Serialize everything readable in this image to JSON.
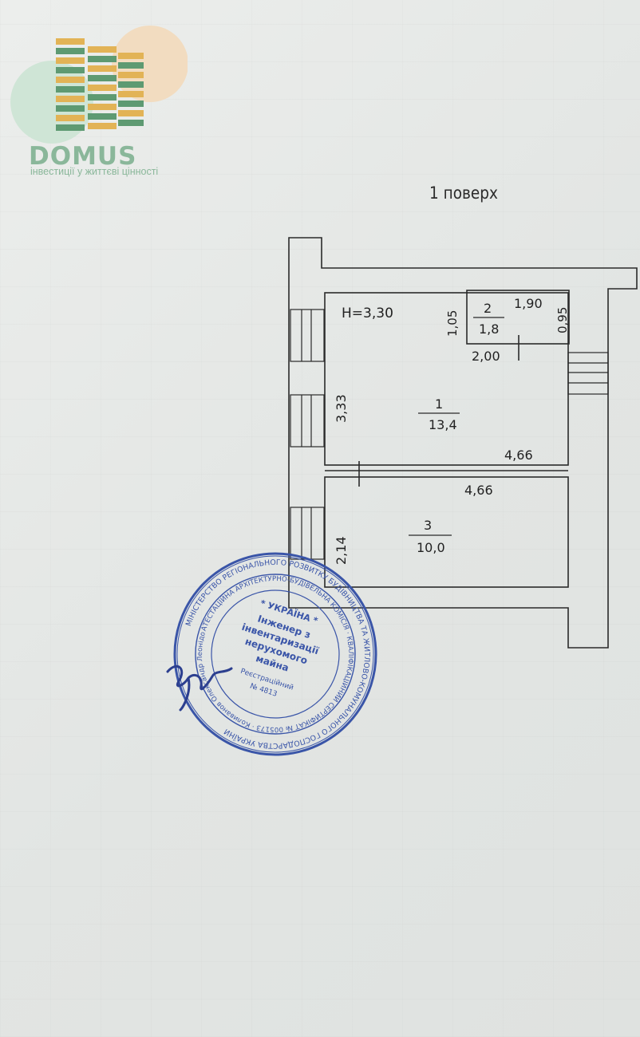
{
  "brand": {
    "name": "DOMUS",
    "tagline": "інвестиції у життєві цінності",
    "colors": {
      "green": "#8ab79a",
      "gold": "#e2b356",
      "dark_green": "#5e9a72"
    }
  },
  "title": "1 поверх",
  "ceiling_height": "Н=3,30",
  "rooms": [
    {
      "number": "1",
      "area": "13,4"
    },
    {
      "number": "2",
      "area": "1,8"
    },
    {
      "number": "3",
      "area": "10,0"
    }
  ],
  "dimensions": {
    "room1_height": "3,33",
    "room1_width": "4,66",
    "room2_width": "1,90",
    "room2_depth": "0,95",
    "room2_left": "1,05",
    "room2_bottom": "2,00",
    "room3_width": "4,66",
    "room3_height": "2,14"
  },
  "stamp": {
    "outer_ring": "МІНІСТЕРСТВО РЕГІОНАЛЬНОГО РОЗВИТКУ БУДІВНИЦТВА ТА ЖИТЛОВО-КОМУНАЛЬНОГО ГОСПОДАРСТВА УКРАЇНИ",
    "inner_ring": "АТЕСТАЦІЙНА АРХІТЕКТУРНО-БУДІВЕЛЬНА КОМІСІЯ · КВАЛІФІКАЦІЙНИЙ СЕРТИФІКАТ № 005173 · Коливанов Олександр Леонідович",
    "center_lines": [
      "* УКРАЇНА *",
      "Інженер з",
      "інвентаризації",
      "нерухомого",
      "майна",
      "Реєстраційний",
      "№ 4813"
    ],
    "color": "#3a55a8"
  }
}
